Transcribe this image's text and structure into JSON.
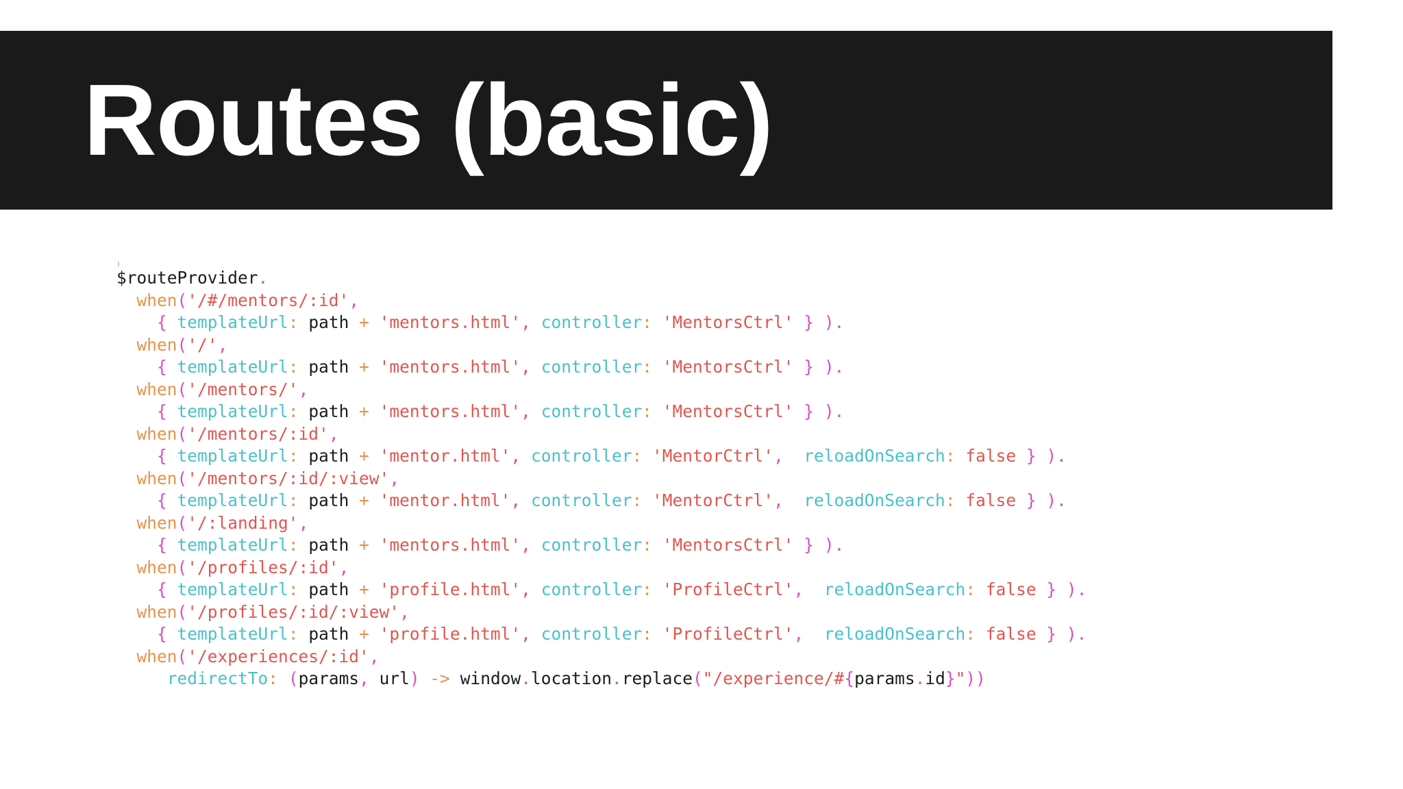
{
  "slide": {
    "title": "Routes (basic)",
    "banner_color": "#1a1a1a",
    "title_color": "#ffffff",
    "background_color": "#ffffff"
  },
  "code": {
    "language": "coffeescript",
    "palette": {
      "keyword": "#e3944a",
      "punctuation": "#d94fc4",
      "string": "#e0564f",
      "property": "#49c1c9",
      "boolean": "#e0564f",
      "plain": "#1c1c1c"
    },
    "lines": [
      "$routeProvider.",
      "  when('/#/mentors/:id',",
      "    { templateUrl: path + 'mentors.html', controller: 'MentorsCtrl' } ).",
      "  when('/',",
      "    { templateUrl: path + 'mentors.html', controller: 'MentorsCtrl' } ).",
      "  when('/mentors/',",
      "    { templateUrl: path + 'mentors.html', controller: 'MentorsCtrl' } ).",
      "  when('/mentors/:id',",
      "    { templateUrl: path + 'mentor.html', controller: 'MentorCtrl',  reloadOnSearch: false } ).",
      "  when('/mentors/:id/:view',",
      "    { templateUrl: path + 'mentor.html', controller: 'MentorCtrl',  reloadOnSearch: false } ).",
      "  when('/:landing',",
      "    { templateUrl: path + 'mentors.html', controller: 'MentorsCtrl' } ).",
      "  when('/profiles/:id',",
      "    { templateUrl: path + 'profile.html', controller: 'ProfileCtrl',  reloadOnSearch: false } ).",
      "  when('/profiles/:id/:view',",
      "    { templateUrl: path + 'profile.html', controller: 'ProfileCtrl',  reloadOnSearch: false } ).",
      "  when('/experiences/:id',",
      "     redirectTo: (params, url) -> window.location.replace(\"/experience/#{params.id}\"))"
    ],
    "tokens": {
      "object_name": "$routeProvider",
      "method": "when",
      "template_url_key": "templateUrl",
      "controller_key": "controller",
      "reload_on_search_key": "reloadOnSearch",
      "redirect_to_key": "redirectTo",
      "path_var": "path",
      "bool_false": "false",
      "window_var": "window",
      "location_prop": "location",
      "replace_method": "replace",
      "params_var": "params",
      "url_var": "url",
      "arrow": "->"
    },
    "routes": [
      {
        "pattern": "/#/mentors/:id",
        "templateUrl": "mentors.html",
        "controller": "MentorsCtrl",
        "reloadOnSearch": null
      },
      {
        "pattern": "/",
        "templateUrl": "mentors.html",
        "controller": "MentorsCtrl",
        "reloadOnSearch": null
      },
      {
        "pattern": "/mentors/",
        "templateUrl": "mentors.html",
        "controller": "MentorsCtrl",
        "reloadOnSearch": null
      },
      {
        "pattern": "/mentors/:id",
        "templateUrl": "mentor.html",
        "controller": "MentorCtrl",
        "reloadOnSearch": "false"
      },
      {
        "pattern": "/mentors/:id/:view",
        "templateUrl": "mentor.html",
        "controller": "MentorCtrl",
        "reloadOnSearch": "false"
      },
      {
        "pattern": "/:landing",
        "templateUrl": "mentors.html",
        "controller": "MentorsCtrl",
        "reloadOnSearch": null
      },
      {
        "pattern": "/profiles/:id",
        "templateUrl": "profile.html",
        "controller": "ProfileCtrl",
        "reloadOnSearch": "false"
      },
      {
        "pattern": "/profiles/:id/:view",
        "templateUrl": "profile.html",
        "controller": "ProfileCtrl",
        "reloadOnSearch": "false"
      },
      {
        "pattern": "/experiences/:id",
        "redirectTo": "(params, url) -> window.location.replace(\"/experience/#{params.id}\")"
      }
    ]
  }
}
